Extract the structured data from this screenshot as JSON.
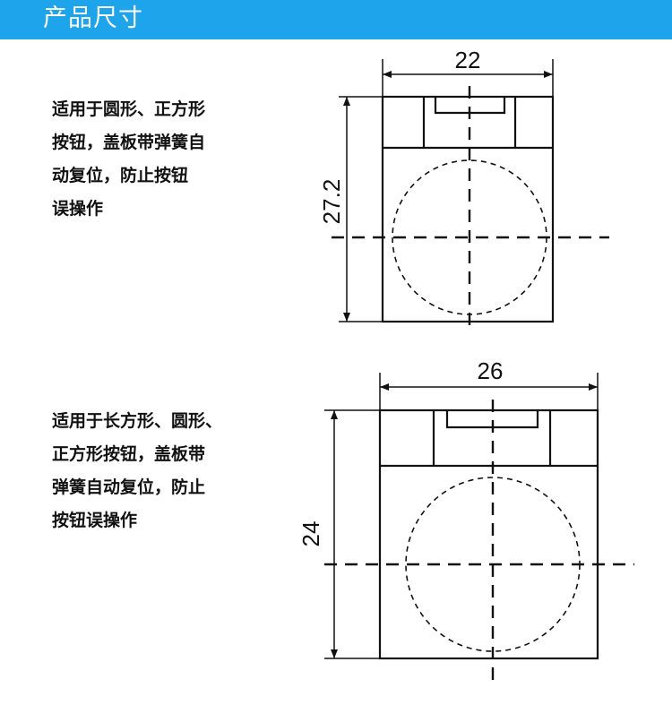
{
  "header": {
    "title": "产品尺寸"
  },
  "colors": {
    "header_bg": "#1ea4ea",
    "line": "#111111",
    "background": "#ffffff"
  },
  "products": [
    {
      "description_lines": [
        "适用于圆形、正方形",
        "按钮，盖板带弹簧自",
        "动复位，防止按钮",
        "误操作"
      ],
      "width_label": "22",
      "height_label": "27.2"
    },
    {
      "description_lines": [
        "适用于长方形、圆形、",
        "正方形按钮，盖板带",
        "弹簧自动复位，防止",
        "按钮误操作"
      ],
      "width_label": "26",
      "height_label": "24"
    }
  ]
}
